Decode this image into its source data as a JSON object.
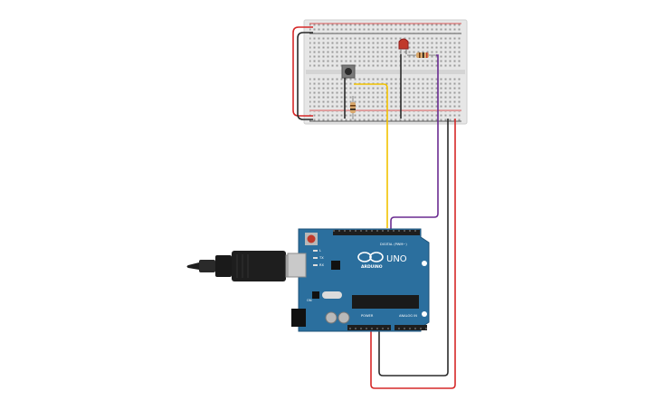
{
  "board": {
    "logo_text": "ARDUINO",
    "model": "UNO",
    "digital_label": "DIGITAL (PWM~)",
    "power_label": "POWER",
    "analog_label": "ANALOG IN",
    "tx_label": "TX",
    "rx_label": "RX",
    "l_label": "L",
    "on_label": "ON"
  },
  "colors": {
    "board": "#2b6f9e",
    "breadboard": "#e6e6e6",
    "wire_red": "#d62828",
    "wire_black": "#2b2b2b",
    "wire_yellow": "#f2c200",
    "wire_purple": "#6a2c91",
    "led": "#c0392b"
  },
  "icons": {
    "usb_cable": "usb-cable-icon",
    "led": "led-icon",
    "pushbutton": "pushbutton-icon",
    "resistor": "resistor-icon"
  }
}
